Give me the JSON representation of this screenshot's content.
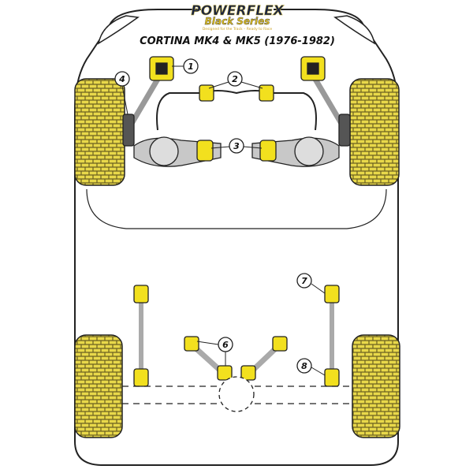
{
  "logo": {
    "brand": "POWERFLEX",
    "series": "Black Series",
    "tagline": "Designed for the Track – Ready to Race"
  },
  "title": "CORTINA MK4 & MK5 (1976-1982)",
  "callouts": [
    "1",
    "2",
    "3",
    "4",
    "6",
    "7",
    "8"
  ],
  "colors": {
    "bush_yellow": "#f2e01e",
    "tyre_yellow": "#e8d84a",
    "metal_grey": "#c8c8c8",
    "outline": "#222222"
  }
}
